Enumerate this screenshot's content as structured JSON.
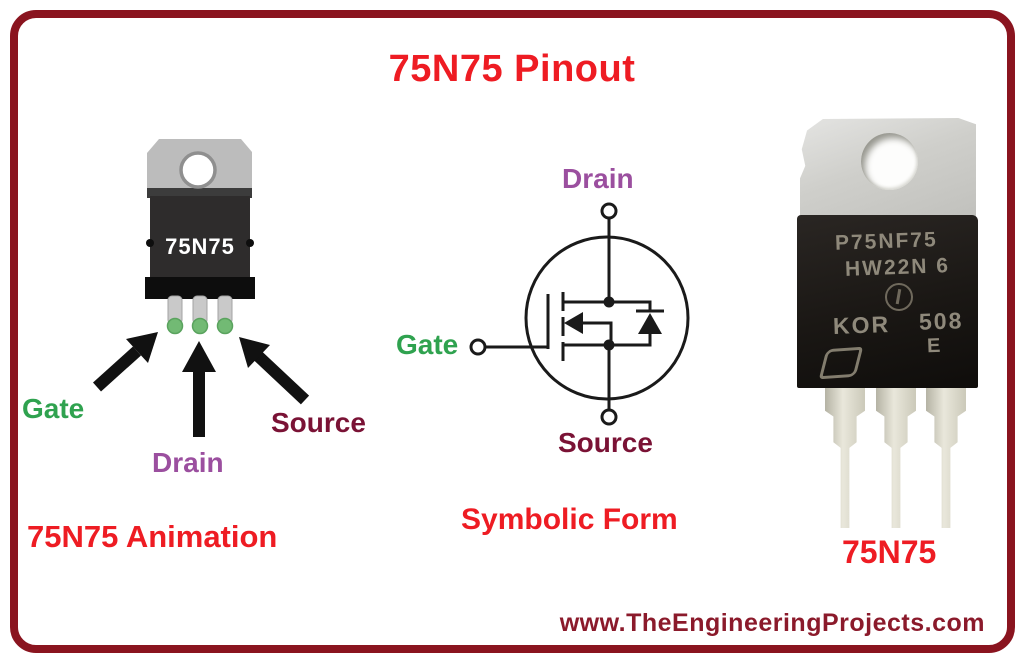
{
  "title": "75N75 Pinout",
  "left": {
    "chip_label": "75N75",
    "gate_label": "Gate",
    "drain_label": "Drain",
    "source_label": "Source",
    "caption": "75N75 Animation"
  },
  "symbolic": {
    "drain_label": "Drain",
    "gate_label": "Gate",
    "source_label": "Source",
    "caption": "Symbolic Form"
  },
  "photo": {
    "marking_line1": "P75NF75",
    "marking_line2": "HW22N 6",
    "marking_line3_left": "KOR",
    "marking_line3_right": "508",
    "marking_line4": "E",
    "caption": "75N75"
  },
  "footer": {
    "website": "www.TheEngineeringProjects.com"
  },
  "colors": {
    "title_red": "#ee1c23",
    "gate_green": "#2fa24f",
    "drain_purple": "#9b4f9f",
    "source_maroon": "#7a1235",
    "border_maroon": "#8a141f",
    "footer_maroon": "#8b1a2b",
    "pin_tip_green": "#72ba74"
  }
}
